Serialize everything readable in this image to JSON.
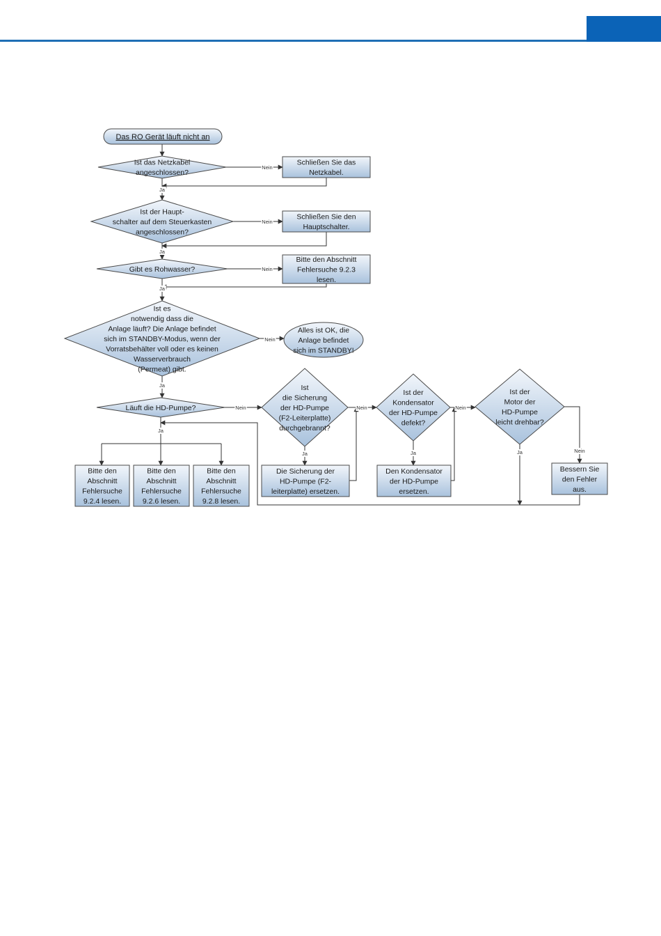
{
  "colors": {
    "header_accent": "#0b63b7",
    "node_fill_top": "#f2f6fb",
    "node_fill_bottom": "#a9c2dd",
    "node_stroke": "#4a4a4a",
    "edge": "#333333"
  },
  "labels": {
    "yes": "Ja",
    "no": "Nein"
  },
  "flowchart": {
    "start": [
      "Das RO Gerät läuft nicht an"
    ],
    "q_netzkabel": [
      "Ist das Netzkabel",
      "angeschlossen?"
    ],
    "a_netzkabel": [
      "Schließen Sie das",
      "Netzkabel."
    ],
    "q_hauptschalter": [
      "Ist der Haupt-",
      "schalter auf dem Steuerkasten",
      "angeschlossen?"
    ],
    "a_hauptschalter": [
      "Schließen Sie den",
      "Hauptschalter."
    ],
    "q_rohwasser": [
      "Gibt es Rohwasser?"
    ],
    "a_rohwasser": [
      "Bitte den Abschnitt",
      "Fehlersuche 9.2.3",
      "lesen."
    ],
    "q_standby": [
      "Ist es",
      "notwendig dass die",
      "Anlage läuft? Die Anlage befindet",
      "sich im STANDBY-Modus, wenn der",
      "Vorratsbehälter voll oder es keinen",
      "Wasserverbrauch",
      "(Permeat) gibt."
    ],
    "a_standby": [
      "Alles ist OK, die",
      "Anlage befindet",
      "sich im STANDBY!"
    ],
    "q_pumpe": [
      "Läuft die HD-Pumpe?"
    ],
    "q_sicherung": [
      "Ist",
      "die Sicherung",
      "der HD-Pumpe",
      "(F2-Leiterplatte)",
      "durchgebrannt?"
    ],
    "a_sicherung": [
      "Die Sicherung der",
      "HD-Pumpe (F2-",
      "leiterplatte) ersetzen."
    ],
    "q_kondensator": [
      "Ist der",
      "Kondensator",
      "der HD-Pumpe",
      "defekt?"
    ],
    "a_kondensator": [
      "Den Kondensator",
      "der HD-Pumpe",
      "ersetzen."
    ],
    "q_motor": [
      "Ist der",
      "Motor der",
      "HD-Pumpe",
      "leicht drehbar?"
    ],
    "a_motor": [
      "Bessern Sie",
      "den Fehler",
      "aus."
    ],
    "r_924": [
      "Bitte den",
      "Abschnitt",
      "Fehlersuche",
      "9.2.4 lesen."
    ],
    "r_926": [
      "Bitte den",
      "Abschnitt",
      "Fehlersuche",
      "9.2.6 lesen."
    ],
    "r_928": [
      "Bitte den",
      "Abschnitt",
      "Fehlersuche",
      "9.2.8 lesen."
    ]
  }
}
